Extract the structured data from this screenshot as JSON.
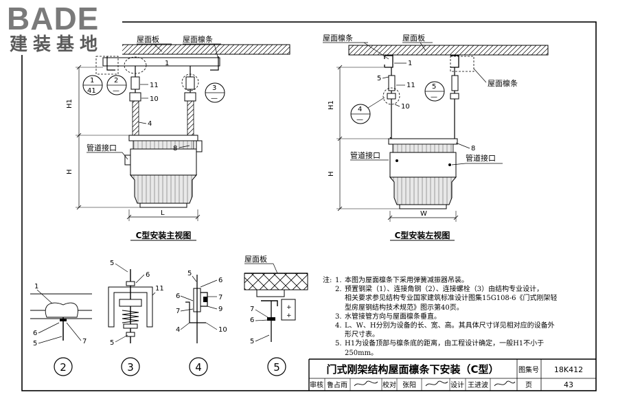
{
  "logo": {
    "brand": "BADE",
    "sub": "建装基地"
  },
  "main_view": {
    "label_roof_panel": "屋面板",
    "label_roof_purlin": "屋面檩条",
    "label_pipe_port": "管道接口",
    "dim_h1": "H1",
    "dim_h": "H",
    "dim_l": "L",
    "caption": "C型安装主视图",
    "callouts": {
      "c1_top": "1",
      "c1_bottom": "41",
      "c2_top": "2",
      "c2_bottom": "—",
      "c3_top": "3",
      "c3_bottom": "—"
    },
    "part_numbers": {
      "p1": "1",
      "p11": "11",
      "p10": "10",
      "p4": "4",
      "p8": "8"
    }
  },
  "side_view": {
    "label_roof_purlin": "屋面檩条",
    "label_roof_panel": "屋面板",
    "label_roof_purlin_right": "屋面檩条",
    "label_pipe_port_left": "管道接口",
    "label_pipe_port_right": "管道接口",
    "dim_h1": "H1",
    "dim_h": "H",
    "dim_w": "W",
    "caption": "C型安装左视图",
    "callouts": {
      "c4_top": "4",
      "c4_bottom": "—",
      "c5_top": "5",
      "c5_bottom": "—"
    },
    "part_numbers": {
      "p1": "1",
      "p5": "5",
      "p11": "11",
      "p10": "10",
      "p8": "8"
    }
  },
  "details": {
    "d2": {
      "circle": "2",
      "parts": [
        "1",
        "6",
        "5",
        "7"
      ]
    },
    "d3": {
      "circle": "3",
      "parts": [
        "5",
        "6",
        "11",
        "5"
      ]
    },
    "d4": {
      "circle": "4",
      "parts": [
        "5",
        "6",
        "7",
        "6",
        "7",
        "9",
        "4",
        "10"
      ]
    },
    "d5": {
      "circle": "5",
      "label": "屋面板",
      "parts": [
        "7",
        "6",
        "5"
      ]
    }
  },
  "notes": {
    "title": "注:",
    "items": [
      {
        "num": "1.",
        "lines": [
          "本图为屋面檩条下采用弹簧减振器吊装。"
        ]
      },
      {
        "num": "2.",
        "lines": [
          "预置钢梁（1）、连接角钢（2）、连接螺栓（3）由结构专业设计，",
          "相关要求参见结构专业国家建筑标准设计图集15G108-6《门式刚架轻",
          "型房屋钢结构技术规范》图示第40页。"
        ]
      },
      {
        "num": "3.",
        "lines": [
          "水管接管方向与屋面檩条垂直。"
        ]
      },
      {
        "num": "4.",
        "lines": [
          "L、W、H分别为设备的长、宽、高。其具体尺寸详见相对应的设备外",
          "形尺寸表。"
        ]
      },
      {
        "num": "5.",
        "lines": [
          "H1为设备顶部与檩条底的距离，由工程设计确定，一般H1不小于",
          "250mm。"
        ]
      }
    ]
  },
  "title_block": {
    "title": "门式刚架结构屋面檩条下安装（C型）",
    "atlas_label": "图集号",
    "atlas_no": "18K412",
    "review_label": "审核",
    "reviewer": "鲁占雨",
    "check_label": "校对",
    "checker": "张阳",
    "design_label": "设计",
    "designer": "王进波",
    "page_label": "页",
    "page_no": "43"
  }
}
